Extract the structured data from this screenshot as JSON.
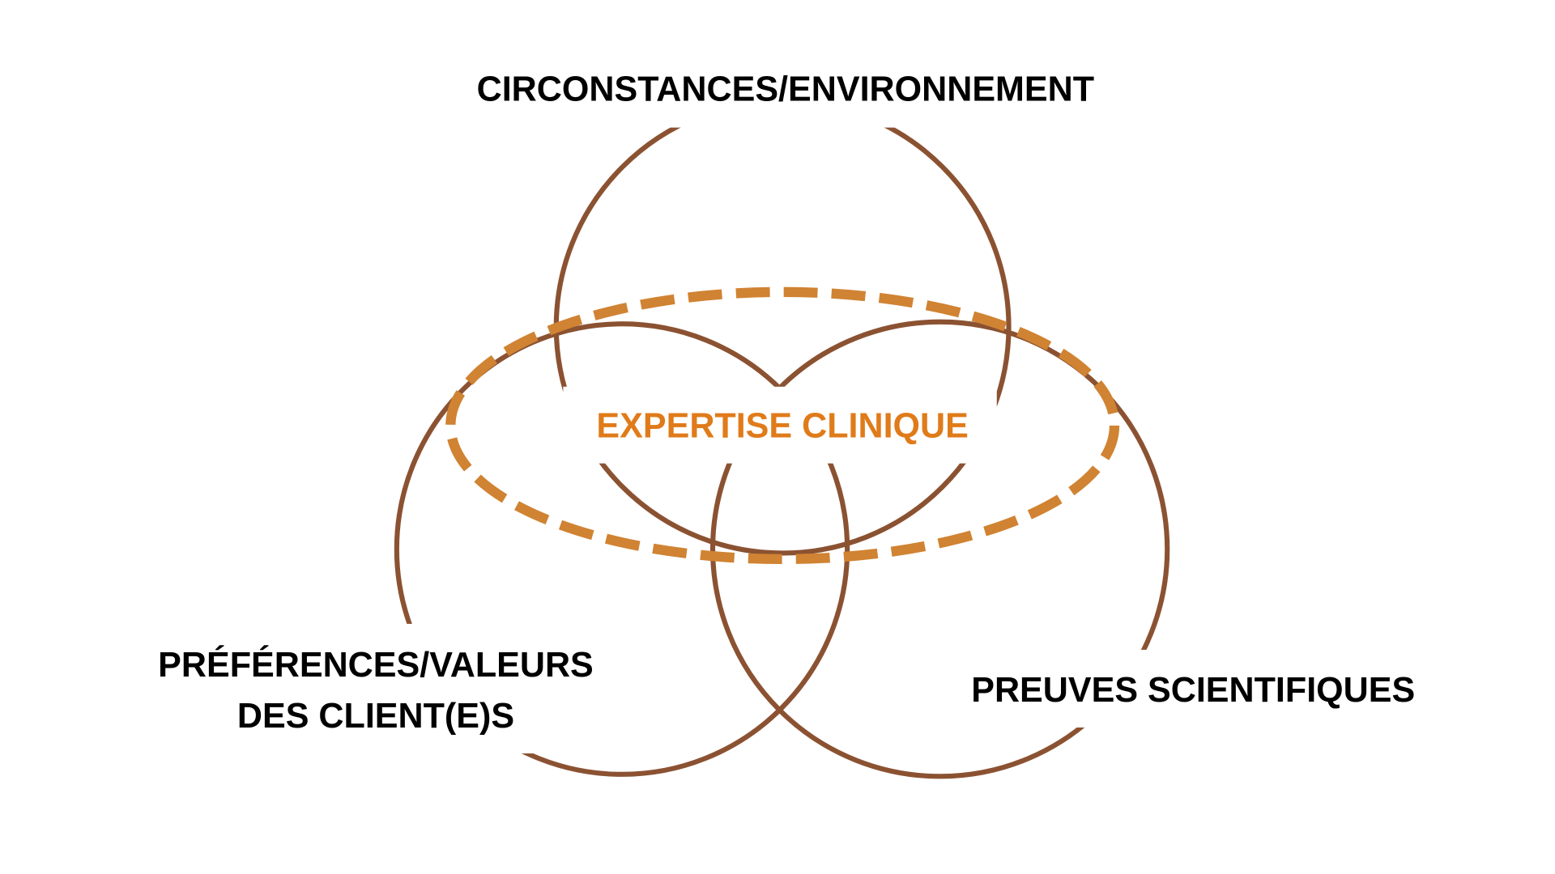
{
  "diagram": {
    "top_label": "CIRCONSTANCES/ENVIRONNEMENT",
    "center_label": "EXPERTISE CLINIQUE",
    "left_label_line1": "PRÉFÉRENCES/VALEURS",
    "left_label_line2": "DES CLIENT(E)S",
    "right_label": "PREUVES SCIENTIFIQUES"
  },
  "colors": {
    "circle": "#8B5232",
    "ellipse": "#D08332",
    "center_text": "#E07B1A",
    "text": "#000000"
  }
}
